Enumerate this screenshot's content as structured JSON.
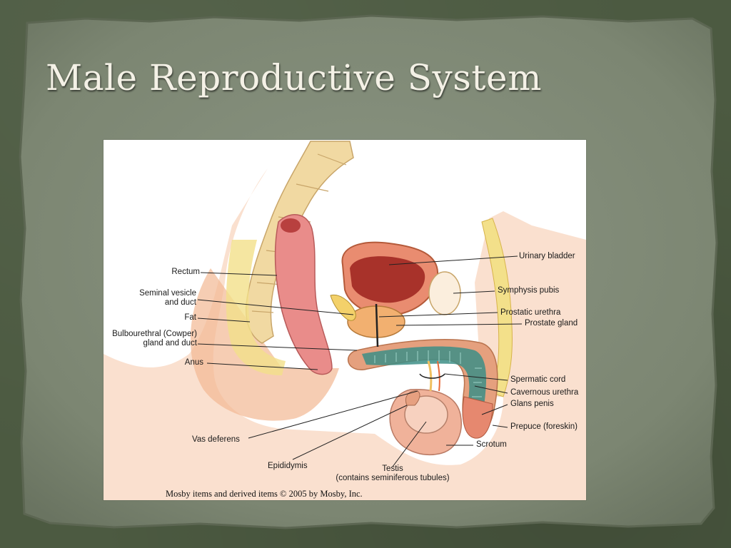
{
  "slide": {
    "title": "Male Reproductive System"
  },
  "diagram": {
    "labels": {
      "rectum": "Rectum",
      "seminal_vesicle": "Seminal vesicle\nand duct",
      "fat": "Fat",
      "bulbourethral": "Bulbourethral (Cowper)\ngland and duct",
      "anus": "Anus",
      "vas_deferens": "Vas deferens",
      "epididymis": "Epididymis",
      "testis": "Testis\n(contains seminiferous tubules)",
      "urinary_bladder": "Urinary bladder",
      "symphysis_pubis": "Symphysis pubis",
      "prostatic_urethra": "Prostatic urethra",
      "prostate_gland": "Prostate gland",
      "spermatic_cord": "Spermatic cord",
      "cavernous_urethra": "Cavernous urethra",
      "glans_penis": "Glans penis",
      "prepuce": "Prepuce (foreskin)",
      "scrotum": "Scrotum"
    },
    "credit": "Mosby items and derived items © 2005 by Mosby, Inc."
  },
  "colors": {
    "background": "#4c5a41",
    "panel": "#808a78",
    "title_text": "#f4f1e6",
    "skin": "#f2b893",
    "tissue_pink": "#e98c8a",
    "bone": "#f1d9a2",
    "urethra_teal": "#3d8e86"
  }
}
